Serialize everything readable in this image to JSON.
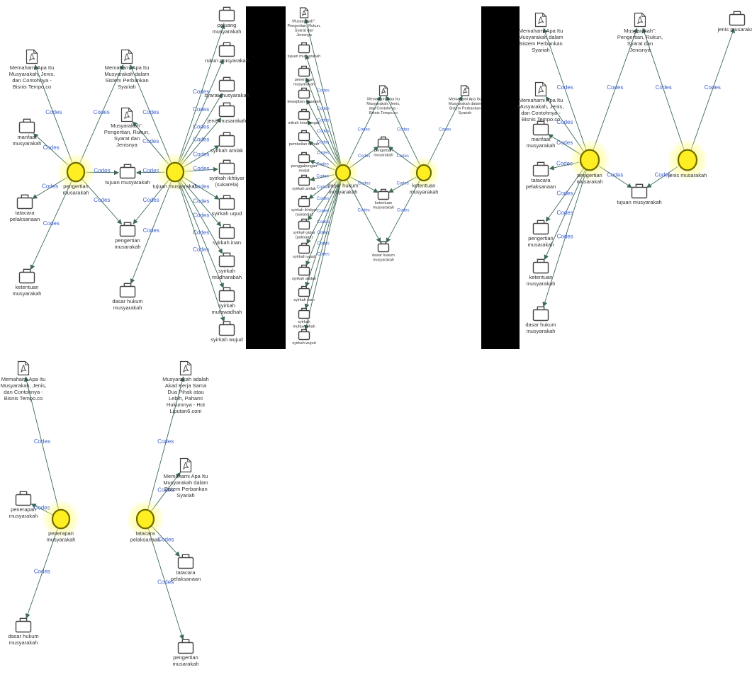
{
  "colors": {
    "node_fill": "#ffee22",
    "node_stroke": "#6b6b00",
    "glow": "#fffb7a",
    "edge": "#3d6b55",
    "code_label": "#3a5fcd",
    "icon": "#444444",
    "bar": "#000000"
  },
  "edge_label": "Codes",
  "panels": [
    {
      "id": "p1",
      "nodes": [
        {
          "id": "pm",
          "label": "pengertian\nmusarakah",
          "kind": "code",
          "r": 12
        },
        {
          "id": "tm",
          "label": "tujuan musyarakah",
          "kind": "code",
          "r": 12
        },
        {
          "id": "d1",
          "label": "Memahami Apa Itu\nMusyarakah, Jenis,\ndan Contohnya -\nBisnis Tempo.co",
          "kind": "doc"
        },
        {
          "id": "d2",
          "label": "Memahami Apa Itu\nMusyarakah dalam\nSistem Perbankan\nSyariah",
          "kind": "doc"
        },
        {
          "id": "d3",
          "label": "Musyarakah\":\nPengertian, Rukun,\nSyarat dan\nJenisnya",
          "kind": "doc"
        },
        {
          "id": "c1",
          "label": "manfaat\nmusyarakah",
          "kind": "cat"
        },
        {
          "id": "c2",
          "label": "tatacara\npelaksanaan",
          "kind": "cat"
        },
        {
          "id": "c3",
          "label": "ketentuan\nmusyarakah",
          "kind": "cat"
        },
        {
          "id": "c4",
          "label": "tujuan musyarakah",
          "kind": "cat"
        },
        {
          "id": "c5",
          "label": "pengertian\nmusarakah",
          "kind": "cat"
        },
        {
          "id": "c6",
          "label": "dasar hukum\nmusyarakah",
          "kind": "cat"
        },
        {
          "id": "s1",
          "label": "peluang\nmusyarakah",
          "kind": "cat"
        },
        {
          "id": "s2",
          "label": "rukun musyarakah",
          "kind": "cat"
        },
        {
          "id": "s3",
          "label": "syarat musyarakah",
          "kind": "cat"
        },
        {
          "id": "s4",
          "label": "jenis musarakah",
          "kind": "cat"
        },
        {
          "id": "s5",
          "label": "syirkah amlak",
          "kind": "cat"
        },
        {
          "id": "s6",
          "label": "syirkah ikhtiyar\n(sukarela)",
          "kind": "cat"
        },
        {
          "id": "s7",
          "label": "syirkah uqud",
          "kind": "cat"
        },
        {
          "id": "s8",
          "label": "syirkah inan",
          "kind": "cat"
        },
        {
          "id": "s9",
          "label": "syirkah\nmudharabah",
          "kind": "cat"
        },
        {
          "id": "s10",
          "label": "syirkah\nmufawadhah",
          "kind": "cat"
        },
        {
          "id": "s11",
          "label": "syirkah wujud",
          "kind": "cat"
        }
      ],
      "edges": [
        [
          "pm",
          "d1"
        ],
        [
          "pm",
          "c1"
        ],
        [
          "pm",
          "c2"
        ],
        [
          "pm",
          "c3"
        ],
        [
          "pm",
          "d2"
        ],
        [
          "pm",
          "c4"
        ],
        [
          "pm",
          "c5"
        ],
        [
          "tm",
          "d2"
        ],
        [
          "tm",
          "d3"
        ],
        [
          "tm",
          "c4"
        ],
        [
          "tm",
          "c5"
        ],
        [
          "tm",
          "c6"
        ],
        [
          "tm",
          "s1"
        ],
        [
          "tm",
          "s2"
        ],
        [
          "tm",
          "s3"
        ],
        [
          "tm",
          "s4"
        ],
        [
          "tm",
          "s5"
        ],
        [
          "tm",
          "s6"
        ],
        [
          "tm",
          "s7"
        ],
        [
          "tm",
          "s8"
        ],
        [
          "tm",
          "s9"
        ],
        [
          "tm",
          "s10"
        ],
        [
          "tm",
          "s11"
        ]
      ]
    },
    {
      "id": "p2",
      "nodes": [
        {
          "id": "dh",
          "label": "dasar hukum\nmusyarakah",
          "kind": "code",
          "r": 10
        },
        {
          "id": "km",
          "label": "ketentuan\nmusyarakah",
          "kind": "code",
          "r": 10
        },
        {
          "id": "a",
          "label": "Musyarakah\":\nPengertian, Rukun,\nSyarat dan\nJenisnya",
          "kind": "doc",
          "small": true
        },
        {
          "id": "b",
          "label": "tujuan musyarakah",
          "kind": "cat",
          "small": true
        },
        {
          "id": "c",
          "label": "penerapan\nmusyarakah",
          "kind": "cat",
          "small": true
        },
        {
          "id": "d",
          "label": "kewajiban nasabah",
          "kind": "cat",
          "small": true
        },
        {
          "id": "e",
          "label": "mitrah keuntungan",
          "kind": "cat",
          "small": true
        },
        {
          "id": "f",
          "label": "pembelian rumah",
          "kind": "cat",
          "small": true
        },
        {
          "id": "g",
          "label": "penggabungan\nmodal",
          "kind": "cat",
          "small": true
        },
        {
          "id": "h",
          "label": "syirkah amlak",
          "kind": "cat",
          "small": true
        },
        {
          "id": "i",
          "label": "syirkah ikhtiyar\n(sukarela)",
          "kind": "cat",
          "small": true
        },
        {
          "id": "j",
          "label": "syirkah jabar\n(paksaan)",
          "kind": "cat",
          "small": true
        },
        {
          "id": "k",
          "label": "syirkah uqud",
          "kind": "cat",
          "small": true
        },
        {
          "id": "l",
          "label": "syirkah abdan",
          "kind": "cat",
          "small": true
        },
        {
          "id": "m",
          "label": "syirkah inan",
          "kind": "cat",
          "small": true
        },
        {
          "id": "n",
          "label": "syirkah\nmufawadhah",
          "kind": "cat",
          "small": true
        },
        {
          "id": "o",
          "label": "syirkah wujud",
          "kind": "cat",
          "small": true
        },
        {
          "id": "x1",
          "label": "Memahami Apa Itu\nMusyarakah, Jenis,\ndan Contohnya -\nBisnis Tempo.co",
          "kind": "doc",
          "small": true
        },
        {
          "id": "x2",
          "label": "Memahami Apa Itu\nMusyarakah dalam\nSistem Perbankan\nSyariah",
          "kind": "doc",
          "small": true
        },
        {
          "id": "x3",
          "label": "pengertian\nmusarakah",
          "kind": "cat",
          "small": true
        },
        {
          "id": "x4",
          "label": "ketentuan\nmusyarakah",
          "kind": "cat",
          "small": true
        },
        {
          "id": "x5",
          "label": "dasar hukum\nmusyarakah",
          "kind": "cat",
          "small": true
        }
      ],
      "edges": [
        [
          "dh",
          "a"
        ],
        [
          "dh",
          "b"
        ],
        [
          "dh",
          "c"
        ],
        [
          "dh",
          "d"
        ],
        [
          "dh",
          "e"
        ],
        [
          "dh",
          "f"
        ],
        [
          "dh",
          "g"
        ],
        [
          "dh",
          "h"
        ],
        [
          "dh",
          "i"
        ],
        [
          "dh",
          "j"
        ],
        [
          "dh",
          "k"
        ],
        [
          "dh",
          "l"
        ],
        [
          "dh",
          "m"
        ],
        [
          "dh",
          "n"
        ],
        [
          "dh",
          "o"
        ],
        [
          "dh",
          "x1"
        ],
        [
          "dh",
          "x3"
        ],
        [
          "dh",
          "x4"
        ],
        [
          "dh",
          "x5"
        ],
        [
          "km",
          "x1"
        ],
        [
          "km",
          "x2"
        ],
        [
          "km",
          "x3"
        ],
        [
          "km",
          "x4"
        ],
        [
          "km",
          "x5"
        ]
      ]
    },
    {
      "id": "p3",
      "nodes": [
        {
          "id": "pm",
          "label": "pengertian\nmusarakah",
          "kind": "code",
          "r": 13
        },
        {
          "id": "jm",
          "label": "jenis musarakah",
          "kind": "code",
          "r": 13
        },
        {
          "id": "d1",
          "label": "Memahami Apa Itu\nMusyarakah dalam\nSistem Perbankan\nSyariah",
          "kind": "doc"
        },
        {
          "id": "d2",
          "label": "Memahami Apa Itu\nMusyarakah, Jenis,\ndan Contohnya -\nBisnis Tempo.co",
          "kind": "doc"
        },
        {
          "id": "d3",
          "label": "Musyarakah\":\nPengertian, Rukun,\nSyarat dan\nJenisnya",
          "kind": "doc"
        },
        {
          "id": "c1",
          "label": "manfaat\nmusyarakah",
          "kind": "cat"
        },
        {
          "id": "c2",
          "label": "tatacara\npelaksanaan",
          "kind": "cat"
        },
        {
          "id": "c3",
          "label": "pengertian\nmusarakah",
          "kind": "cat"
        },
        {
          "id": "c4",
          "label": "ketentuan\nmusyarakah",
          "kind": "cat"
        },
        {
          "id": "c5",
          "label": "dasar hukum\nmusyarakah",
          "kind": "cat"
        },
        {
          "id": "c6",
          "label": "tujuan musyarakah",
          "kind": "cat"
        },
        {
          "id": "c7",
          "label": "jenis musarakah",
          "kind": "cat"
        }
      ],
      "edges": [
        [
          "pm",
          "d1"
        ],
        [
          "pm",
          "d2"
        ],
        [
          "pm",
          "d3"
        ],
        [
          "pm",
          "c1"
        ],
        [
          "pm",
          "c2"
        ],
        [
          "pm",
          "c3"
        ],
        [
          "pm",
          "c4"
        ],
        [
          "pm",
          "c5"
        ],
        [
          "pm",
          "c6"
        ],
        [
          "jm",
          "d3"
        ],
        [
          "jm",
          "c7"
        ],
        [
          "jm",
          "c6"
        ]
      ]
    },
    {
      "id": "p4",
      "nodes": [
        {
          "id": "pn",
          "label": "penerapan\nmusyarakah",
          "kind": "code",
          "r": 12
        },
        {
          "id": "d1",
          "label": "Memahami Apa Itu\nMusyarakah, Jenis,\ndan Contohnya -\nBisnis Tempo.co",
          "kind": "doc"
        },
        {
          "id": "c1",
          "label": "penerapan\nmusyarakah",
          "kind": "cat"
        },
        {
          "id": "c2",
          "label": "dasar hukum\nmusyarakah",
          "kind": "cat"
        }
      ],
      "edges": [
        [
          "pn",
          "d1"
        ],
        [
          "pn",
          "c1"
        ],
        [
          "pn",
          "c2"
        ]
      ]
    },
    {
      "id": "p5",
      "nodes": [
        {
          "id": "tp",
          "label": "tatacara\npelaksanaan",
          "kind": "code",
          "r": 12
        },
        {
          "id": "d1",
          "label": "Musyarakah adalah\nAkad Kerja Sama\nDua Pihak atau\nLebih, Pahami\nHukumnya - Hot\nLiputan6.com",
          "kind": "doc"
        },
        {
          "id": "d2",
          "label": "Memahami Apa Itu\nMusyarakah dalam\nSistem Perbankan\nSyariah",
          "kind": "doc"
        },
        {
          "id": "c1",
          "label": "tatacara\npelaksanaan",
          "kind": "cat"
        },
        {
          "id": "c2",
          "label": "pengertian\nmusarakah",
          "kind": "cat"
        }
      ],
      "edges": [
        [
          "tp",
          "d1"
        ],
        [
          "tp",
          "d2"
        ],
        [
          "tp",
          "c1"
        ],
        [
          "tp",
          "c2"
        ]
      ]
    }
  ]
}
